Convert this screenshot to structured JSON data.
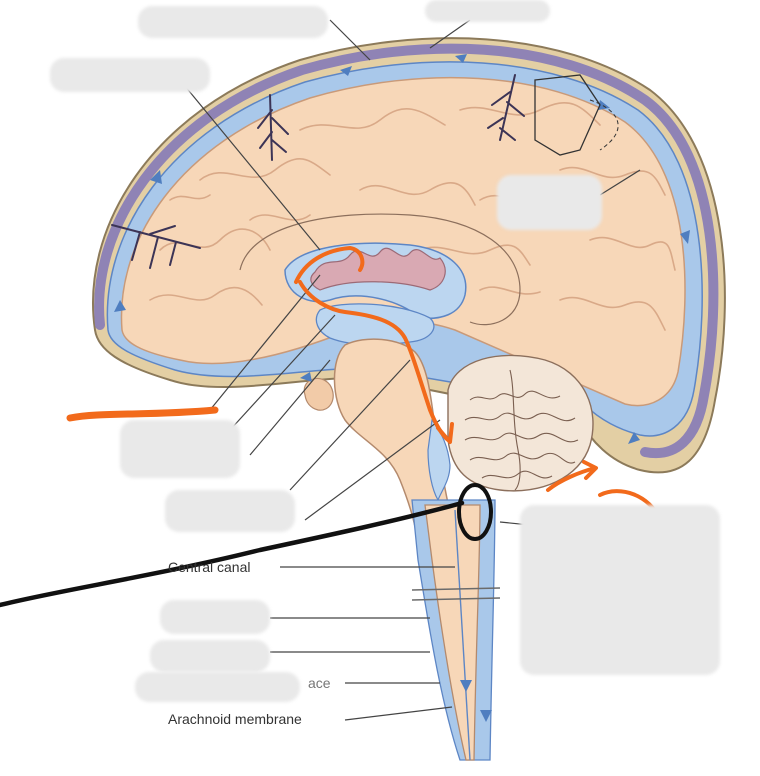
{
  "labels": {
    "central_canal": "Central canal",
    "arachnoid_membrane": "Arachnoid membrane",
    "partial_label_ace": "ace"
  },
  "colors": {
    "brain_fill": "#f7d7b8",
    "gyri_stroke": "#d9a988",
    "csf_blue": "#a9c8ea",
    "csf_dark_blue": "#5d86c5",
    "sinus_purple": "#8f83b5",
    "skull_tan": "#e3cfa4",
    "ventricle_pink": "#d9a9b3",
    "orange_marker": "#f26a1b",
    "ink": "#111111",
    "leader_line": "#444444"
  },
  "annotations": [
    {
      "kind": "redaction-blob",
      "name": "redaction-top-left"
    },
    {
      "kind": "redaction-blob",
      "name": "redaction-top-right"
    },
    {
      "kind": "redaction-blob",
      "name": "redaction-right-middle"
    },
    {
      "kind": "redaction-blob",
      "name": "redaction-left-labels"
    },
    {
      "kind": "redaction-blob",
      "name": "redaction-right-lower"
    },
    {
      "kind": "orange-csf-path",
      "name": "orange-flow-arrow"
    },
    {
      "kind": "black-circle",
      "name": "circled-aperture"
    },
    {
      "kind": "black-stroke",
      "name": "black-pointer-line"
    }
  ]
}
